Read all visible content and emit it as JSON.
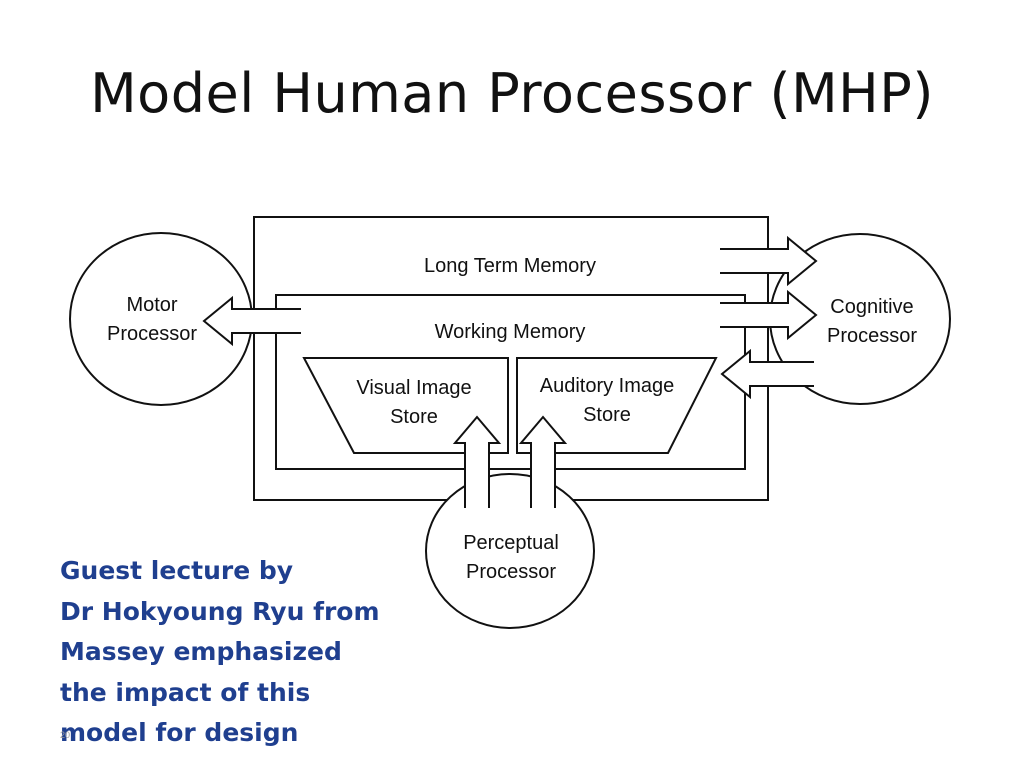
{
  "slide": {
    "title": "Model Human Processor (MHP)",
    "slide_number": "20"
  },
  "diagram": {
    "long_term_memory": "Long Term Memory",
    "working_memory": "Working Memory",
    "visual_image_store": [
      "Visual Image",
      "Store"
    ],
    "auditory_image_store": [
      "Auditory Image",
      "Store"
    ],
    "motor_processor": [
      "Motor",
      "Processor"
    ],
    "cognitive_processor": [
      "Cognitive",
      "Processor"
    ],
    "perceptual_processor": [
      "Perceptual",
      "Processor"
    ]
  },
  "caption": {
    "lines": [
      "Guest lecture by",
      "Dr Hokyoung Ryu from",
      "Massey emphasized",
      "the impact of this",
      "model for design"
    ],
    "color": "#1f3f8f"
  }
}
